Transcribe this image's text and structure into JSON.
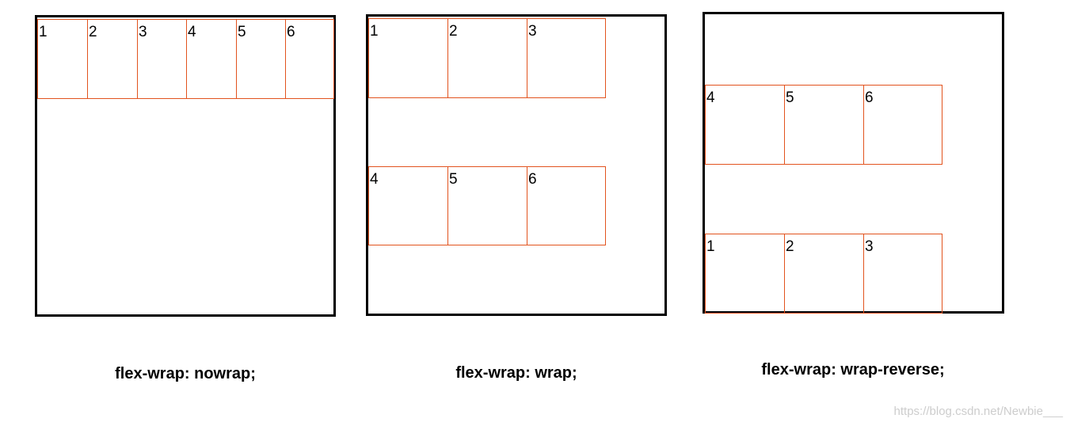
{
  "panels": [
    {
      "id": "nowrap",
      "caption": "flex-wrap: nowrap;",
      "items": [
        "1",
        "2",
        "3",
        "4",
        "5",
        "6"
      ]
    },
    {
      "id": "wrap",
      "caption": "flex-wrap: wrap;",
      "items": [
        "1",
        "2",
        "3",
        "4",
        "5",
        "6"
      ]
    },
    {
      "id": "wrap-reverse",
      "caption": "flex-wrap: wrap-reverse;",
      "items": [
        "1",
        "2",
        "3",
        "4",
        "5",
        "6"
      ]
    }
  ],
  "watermark": "https://blog.csdn.net/Newbie___",
  "colors": {
    "container_border": "#000000",
    "item_border": "#e2531e",
    "watermark": "#cdcdcd"
  }
}
